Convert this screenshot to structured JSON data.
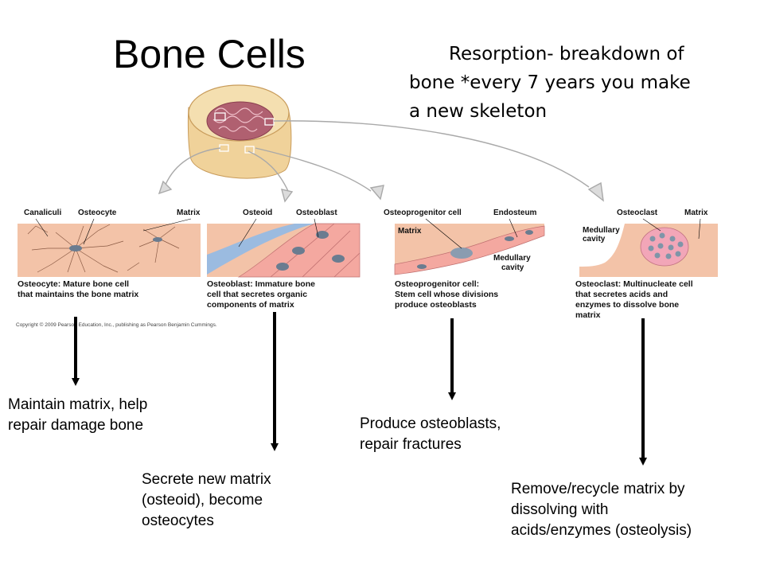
{
  "slide": {
    "title": "Bone Cells",
    "resorption_line1": "Resorption- breakdown of",
    "resorption_line2": "bone *every 7 years you make",
    "resorption_line3": "a new skeleton"
  },
  "figure": {
    "labels": {
      "canaliculi": "Canaliculi",
      "osteocyte": "Osteocyte",
      "matrix_top": "Matrix",
      "osteoid": "Osteoid",
      "osteoblast": "Osteoblast",
      "osteoprogenitor_cell": "Osteoprogenitor cell",
      "endosteum": "Endosteum",
      "matrix_inner": "Matrix",
      "medullary_cavity_line1": "Medullary",
      "medullary_cavity_line2": "cavity",
      "osteoclast": "Osteoclast",
      "matrix_right": "Matrix",
      "medullary_cavity_right_line1": "Medullary",
      "medullary_cavity_right_line2": "cavity"
    },
    "captions": {
      "osteocyte_line1": "Osteocyte: Mature bone cell",
      "osteocyte_line2": "that maintains the bone matrix",
      "osteoblast_line1": "Osteoblast: Immature bone",
      "osteoblast_line2": "cell that secretes organic",
      "osteoblast_line3": "components of matrix",
      "osteoprogenitor_line1": "Osteoprogenitor cell:",
      "osteoprogenitor_line2": "Stem cell whose divisions",
      "osteoprogenitor_line3": "produce osteoblasts",
      "osteoclast_line1": "Osteoclast: Multinucleate cell",
      "osteoclast_line2": "that secretes acids and",
      "osteoclast_line3": "enzymes to dissolve bone",
      "osteoclast_line4": "matrix"
    },
    "copyright": "Copyright © 2009 Pearson Education, Inc., publishing as Pearson Benjamin Cummings."
  },
  "notes": {
    "osteocyte_line1": "Maintain matrix, help",
    "osteocyte_line2": "repair damage bone",
    "osteoblast_line1": "Secrete new matrix",
    "osteoblast_line2": "(osteoid), become",
    "osteoblast_line3": "osteocytes",
    "osteoprogenitor_line1": "Produce osteoblasts,",
    "osteoprogenitor_line2": "repair fractures",
    "osteoclast_line1": "Remove/recycle matrix by",
    "osteoclast_line2": "dissolving with",
    "osteoclast_line3": "acids/enzymes (osteolysis)"
  },
  "colors": {
    "bone_matrix": "#f3c3a8",
    "bone_outer": "#f4dfb0",
    "marrow": "#b06070",
    "osteoid": "#9bbbe0",
    "cell_nucleus": "#6a7c90",
    "arrow_fill": "#dcdcdc"
  }
}
